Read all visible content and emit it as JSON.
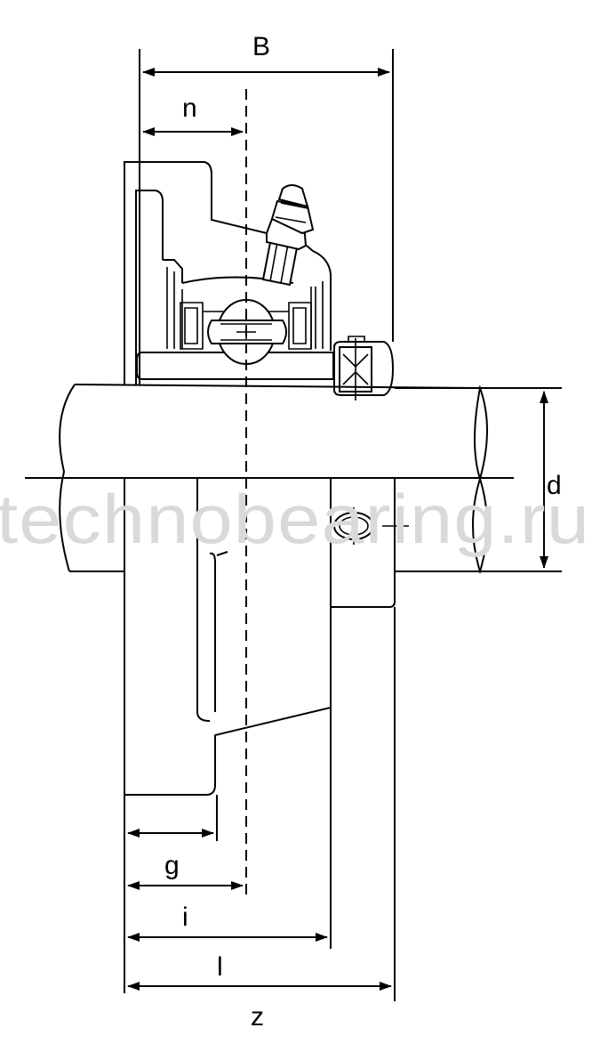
{
  "watermark": "technobearing.ru",
  "dimensions": {
    "B": "B",
    "n": "n",
    "d": "d",
    "g": "g",
    "i": "i",
    "l": "l",
    "z": "z"
  }
}
